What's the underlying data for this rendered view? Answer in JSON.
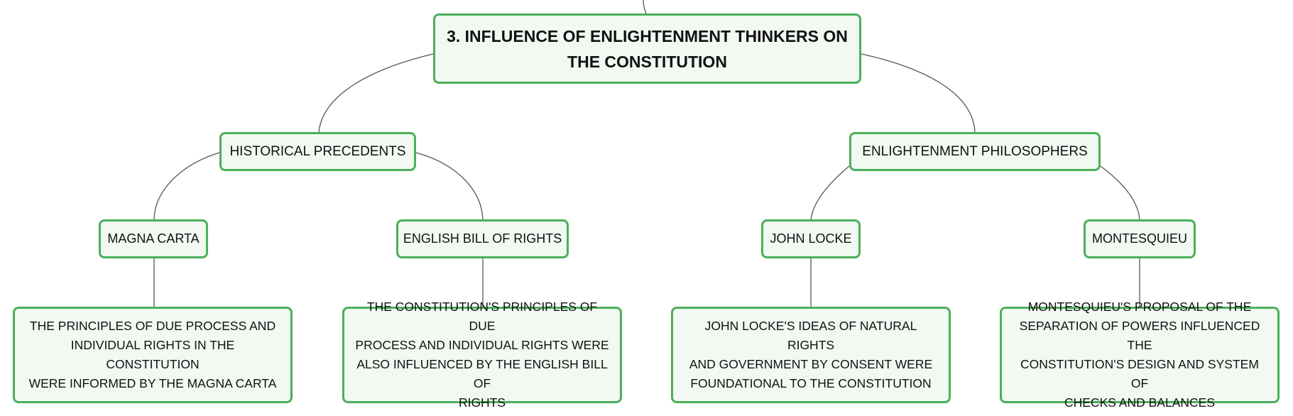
{
  "root": {
    "title_line1": "3. INFLUENCE OF ENLIGHTENMENT THINKERS ON",
    "title_line2": "THE CONSTITUTION"
  },
  "branches": {
    "historical": "HISTORICAL PRECEDENTS",
    "philosophers": "ENLIGHTENMENT PHILOSOPHERS"
  },
  "topics": {
    "magna_carta": "MAGNA CARTA",
    "bill_of_rights": "ENGLISH BILL OF RIGHTS",
    "john_locke": "JOHN LOCKE",
    "montesquieu": "MONTESQUIEU"
  },
  "details": {
    "magna_carta": [
      "THE PRINCIPLES OF DUE PROCESS AND",
      "INDIVIDUAL RIGHTS IN THE CONSTITUTION",
      "WERE INFORMED BY THE MAGNA CARTA"
    ],
    "bill_of_rights": [
      "THE CONSTITUTION'S PRINCIPLES OF DUE",
      "PROCESS AND INDIVIDUAL RIGHTS WERE",
      "ALSO INFLUENCED BY THE ENGLISH BILL OF",
      "RIGHTS"
    ],
    "john_locke": [
      "JOHN LOCKE'S IDEAS OF NATURAL RIGHTS",
      "AND GOVERNMENT BY CONSENT WERE",
      "FOUNDATIONAL TO THE CONSTITUTION"
    ],
    "montesquieu": [
      "MONTESQUIEU'S PROPOSAL OF THE",
      "SEPARATION OF POWERS INFLUENCED THE",
      "CONSTITUTION'S DESIGN AND SYSTEM OF",
      "CHECKS AND BALANCES"
    ]
  },
  "colors": {
    "node_border": "#4caf5a",
    "node_fill": "#f1f9f2",
    "connector": "#555555",
    "text": "#111111"
  }
}
